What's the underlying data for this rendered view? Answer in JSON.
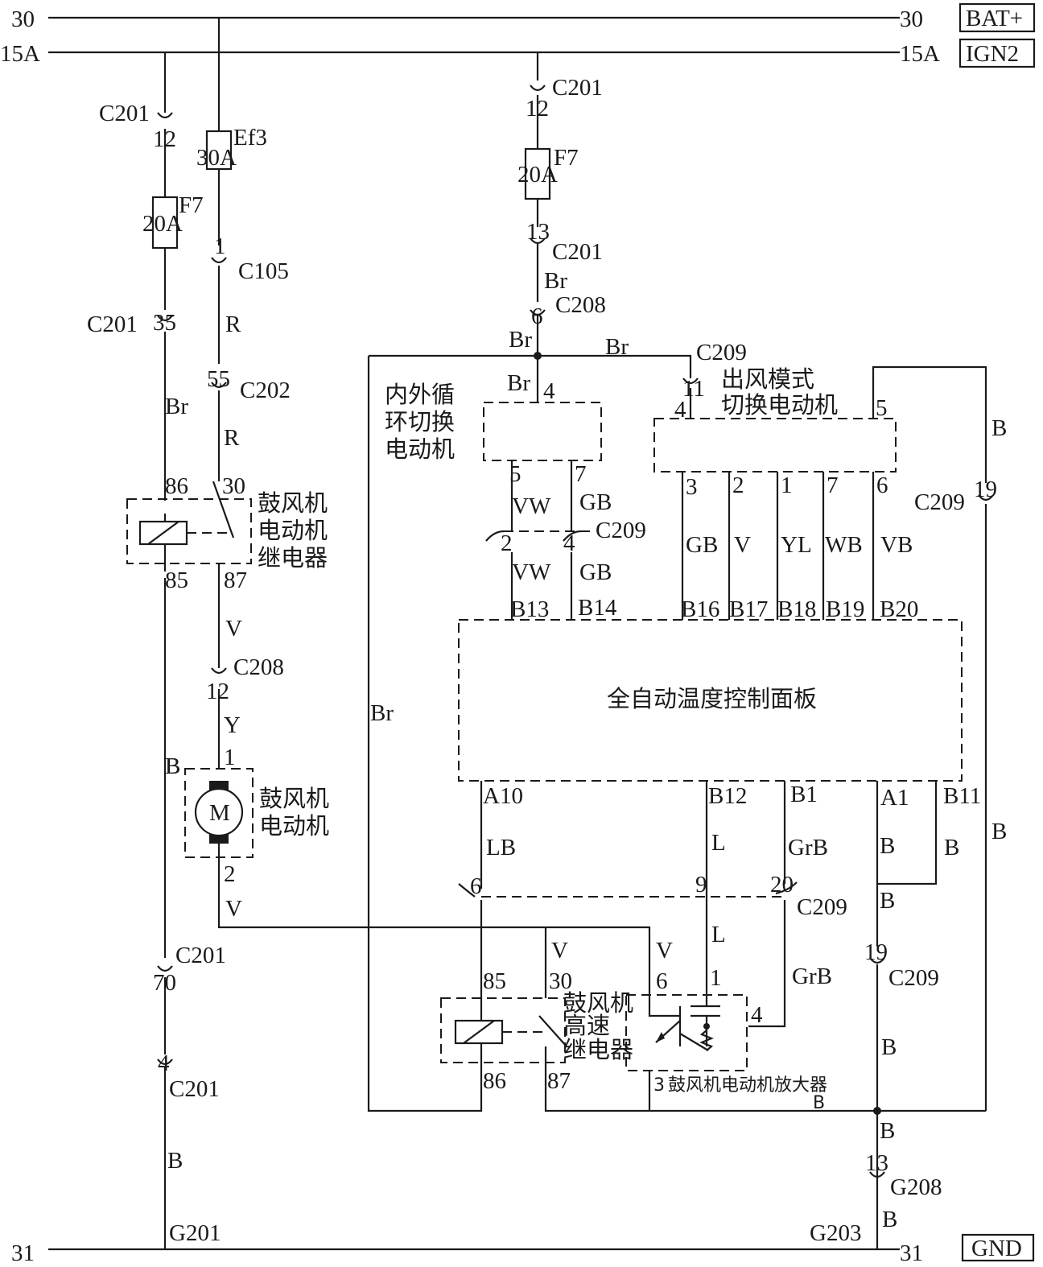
{
  "rails": {
    "bat_left": "30",
    "bat_right": "30",
    "bat_tag": "BAT+",
    "ign_left": "15A",
    "ign_right": "15A",
    "ign_tag": "IGN2",
    "gnd_left": "31",
    "gnd_right": "31",
    "gnd_tag": "GND"
  },
  "connectors": {
    "c201": "C201",
    "c202": "C202",
    "c105": "C105",
    "c208": "C208",
    "c209": "C209",
    "g201": "G201",
    "g203": "G203",
    "g208": "G208"
  },
  "fuses": {
    "ef3_name": "Ef3",
    "ef3_rating": "30A",
    "f7_name": "F7",
    "f7_rating": "20A"
  },
  "wires": {
    "br": "Br",
    "r": "R",
    "v": "V",
    "y": "Y",
    "b": "B",
    "vw": "VW",
    "gb": "GB",
    "yl": "YL",
    "wb": "WB",
    "vb": "VB",
    "lb": "LB",
    "l": "L",
    "grb": "GrB"
  },
  "pins": {
    "p12": "12",
    "p35": "35",
    "p1": "1",
    "p55": "55",
    "p86": "86",
    "p30": "30",
    "p85": "85",
    "p87": "87",
    "p2": "2",
    "p70": "70",
    "p4": "4",
    "p13": "13",
    "p6": "6",
    "p11": "11",
    "p5": "5",
    "p7": "7",
    "p3": "3",
    "p19": "19",
    "p9": "9",
    "p20": "20",
    "b13": "B13",
    "b14": "B14",
    "b16": "B16",
    "b17": "B17",
    "b18": "B18",
    "b19": "B19",
    "b20": "B20",
    "a10": "A10",
    "b12": "B12",
    "b1": "B1",
    "a1": "A1",
    "b11": "B11"
  },
  "components": {
    "blower_relay": [
      "鼓风机",
      "电动机",
      "继电器"
    ],
    "blower_motor": [
      "鼓风机",
      "电动机"
    ],
    "motor_symbol": "M",
    "recirc_actuator": [
      "内外循",
      "环切换",
      "电动机"
    ],
    "mode_actuator": [
      "出风模式",
      "切换电动机"
    ],
    "control_panel": "全自动温度控制面板",
    "high_speed_relay": [
      "鼓风机",
      "高速",
      "继电器"
    ],
    "amplifier": "鼓风机电动机放大器"
  }
}
